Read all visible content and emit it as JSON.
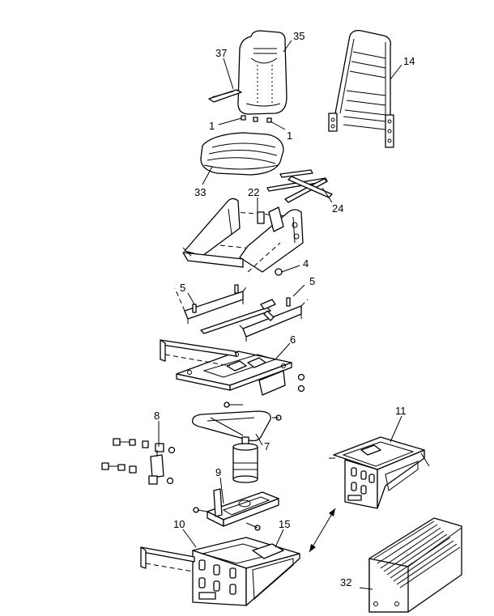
{
  "callouts": {
    "c1a": "1",
    "c1b": "1",
    "c4": "4",
    "c5a": "5",
    "c5b": "5",
    "c6": "6",
    "c7": "7",
    "c8": "8",
    "c9": "9",
    "c10": "10",
    "c11": "11",
    "c14": "14",
    "c15": "15",
    "c22": "22",
    "c24": "24",
    "c32": "32",
    "c33": "33",
    "c35": "35",
    "c37": "37"
  },
  "colors": {
    "ink": "#000000",
    "paper": "#ffffff"
  }
}
